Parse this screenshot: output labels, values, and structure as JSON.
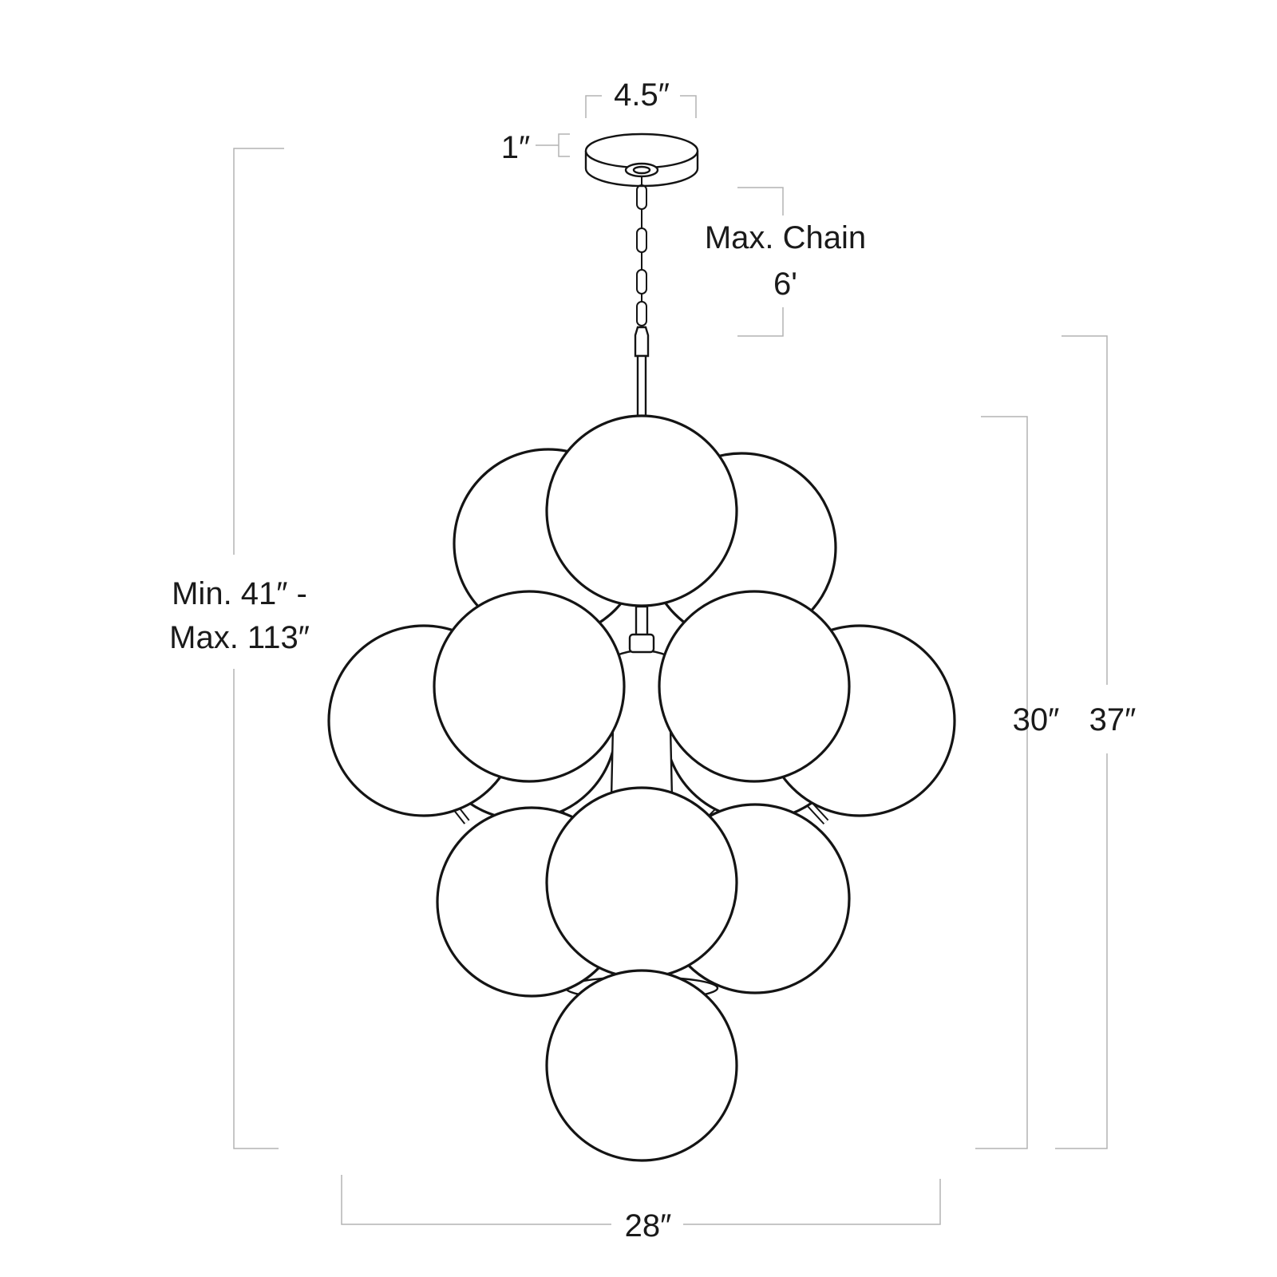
{
  "dimensions": {
    "canopy_width": "4.5″",
    "canopy_height": "1″",
    "chain_label_line1": "Max. Chain",
    "chain_label_line2": "6'",
    "overall_height_line1": "Min. 41″ -",
    "overall_height_line2": "Max. 113″",
    "body_height": "30″",
    "total_height": "37″",
    "width": "28″"
  },
  "colors": {
    "outline": "#141414",
    "dimension_line": "#b4b4b4",
    "text": "#1a1a1a",
    "background": "#ffffff"
  }
}
